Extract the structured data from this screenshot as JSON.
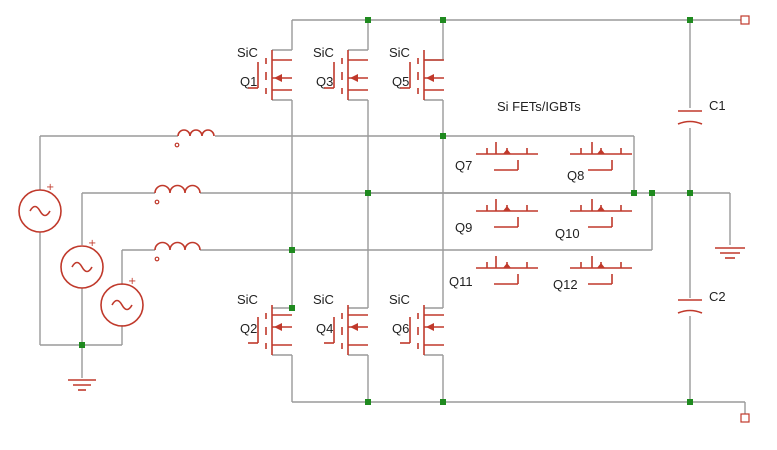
{
  "switches_sic_top": [
    {
      "tech": "SiC",
      "name": "Q1"
    },
    {
      "tech": "SiC",
      "name": "Q3"
    },
    {
      "tech": "SiC",
      "name": "Q5"
    }
  ],
  "switches_sic_bottom": [
    {
      "tech": "SiC",
      "name": "Q2"
    },
    {
      "tech": "SiC",
      "name": "Q4"
    },
    {
      "tech": "SiC",
      "name": "Q6"
    }
  ],
  "switches_si": {
    "group_label": "Si FETs/IGBTs",
    "pairs": [
      {
        "left": "Q7",
        "right": "Q8"
      },
      {
        "left": "Q9",
        "right": "Q10"
      },
      {
        "left": "Q11",
        "right": "Q12"
      }
    ]
  },
  "capacitors": [
    "C1",
    "C2"
  ],
  "source_polarity": "+",
  "colors": {
    "wire": "#9a9a9a",
    "device": "#c0392b",
    "node": "#1f8a1f"
  }
}
